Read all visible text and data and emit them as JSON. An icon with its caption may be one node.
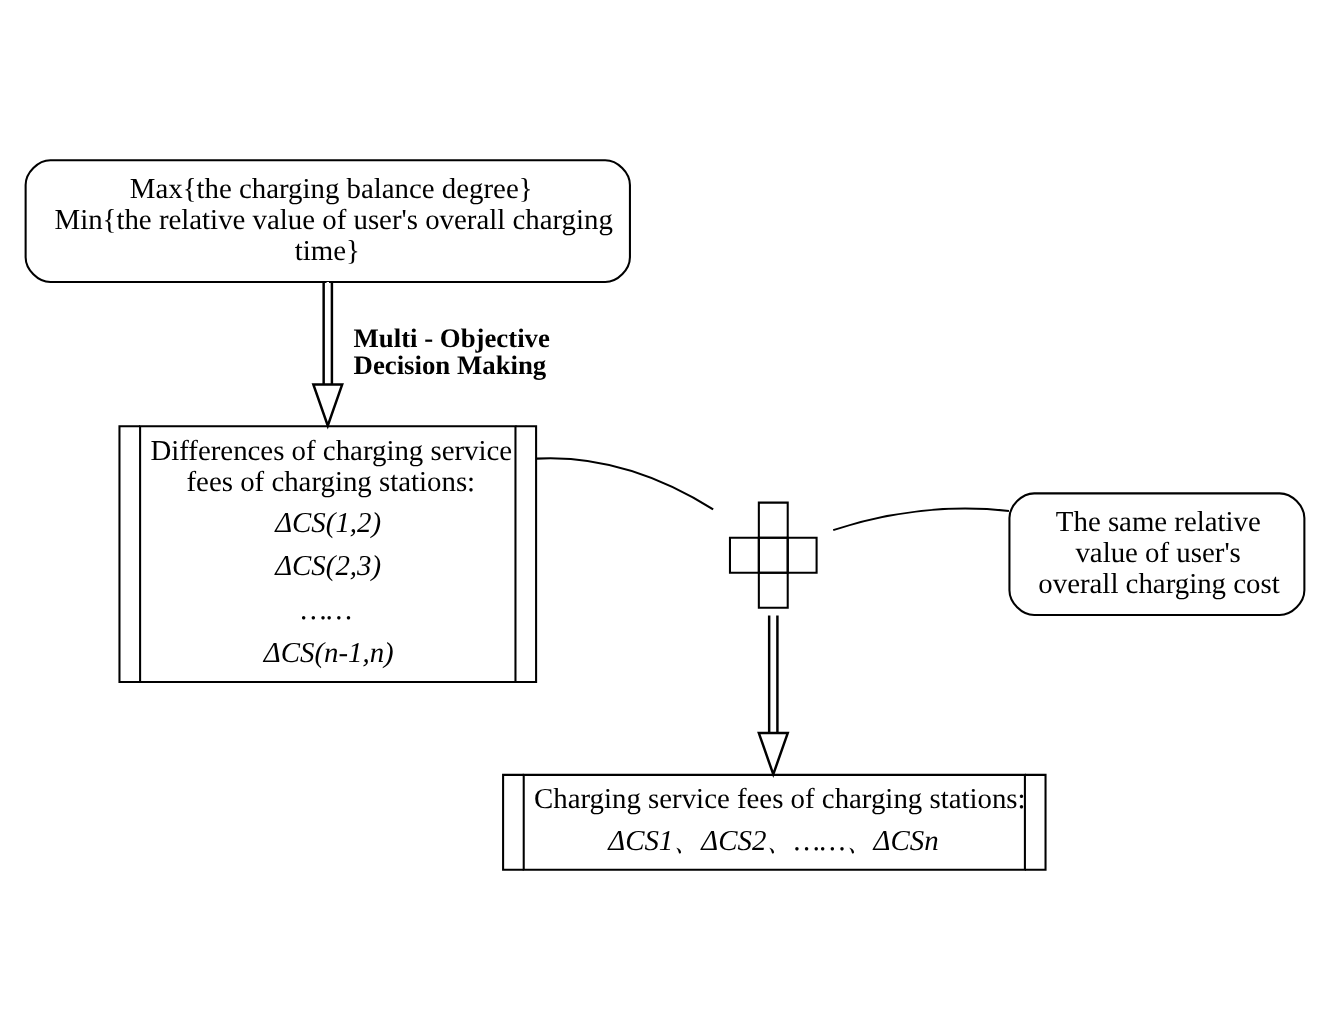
{
  "diagram": {
    "nodes": [
      {
        "text": [
          "Max{the charging balance degree}",
          "Min{the relative value of user's overall charging time}"
        ]
      },
      {
        "text": [
          "Differences of charging service fees of charging stations:",
          "ΔCS(1,2)",
          "ΔCS(2,3)",
          "……",
          "ΔCS(n-1,n)"
        ]
      },
      {
        "text": [],
        "shape": "plus"
      },
      {
        "text": [
          "The same relative value of user's overall charging cost"
        ]
      },
      {
        "text": [
          "Charging service fees of charging stations:",
          "ΔCS1、ΔCS2、……、ΔCSn"
        ]
      }
    ],
    "edges": [
      {
        "from": 0,
        "to": 1,
        "arrow": "to",
        "label": "Multi - Objective Decision Making"
      },
      {
        "from": 1,
        "to": 2,
        "arrow": "none"
      },
      {
        "from": 3,
        "to": 2,
        "arrow": "none"
      },
      {
        "from": 2,
        "to": 4,
        "arrow": "to"
      }
    ]
  }
}
